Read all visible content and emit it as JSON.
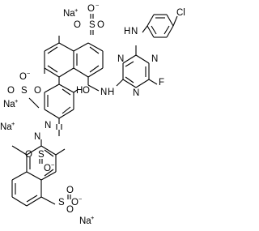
{
  "molecule": {
    "atoms": {
      "n_1": "N",
      "n_2": "N",
      "n_3": "N",
      "f": "F",
      "cl": "Cl",
      "nh_top": "H",
      "n_top": "N",
      "nh_mid": "N",
      "h_mid": "H",
      "oh_o": "O",
      "oh_h": "H",
      "azo_1": "N",
      "azo_2": "N",
      "s": "S",
      "o": "O",
      "o_minus": "O",
      "minus": "−"
    },
    "ions": {
      "na": "Na",
      "plus": "+"
    }
  }
}
